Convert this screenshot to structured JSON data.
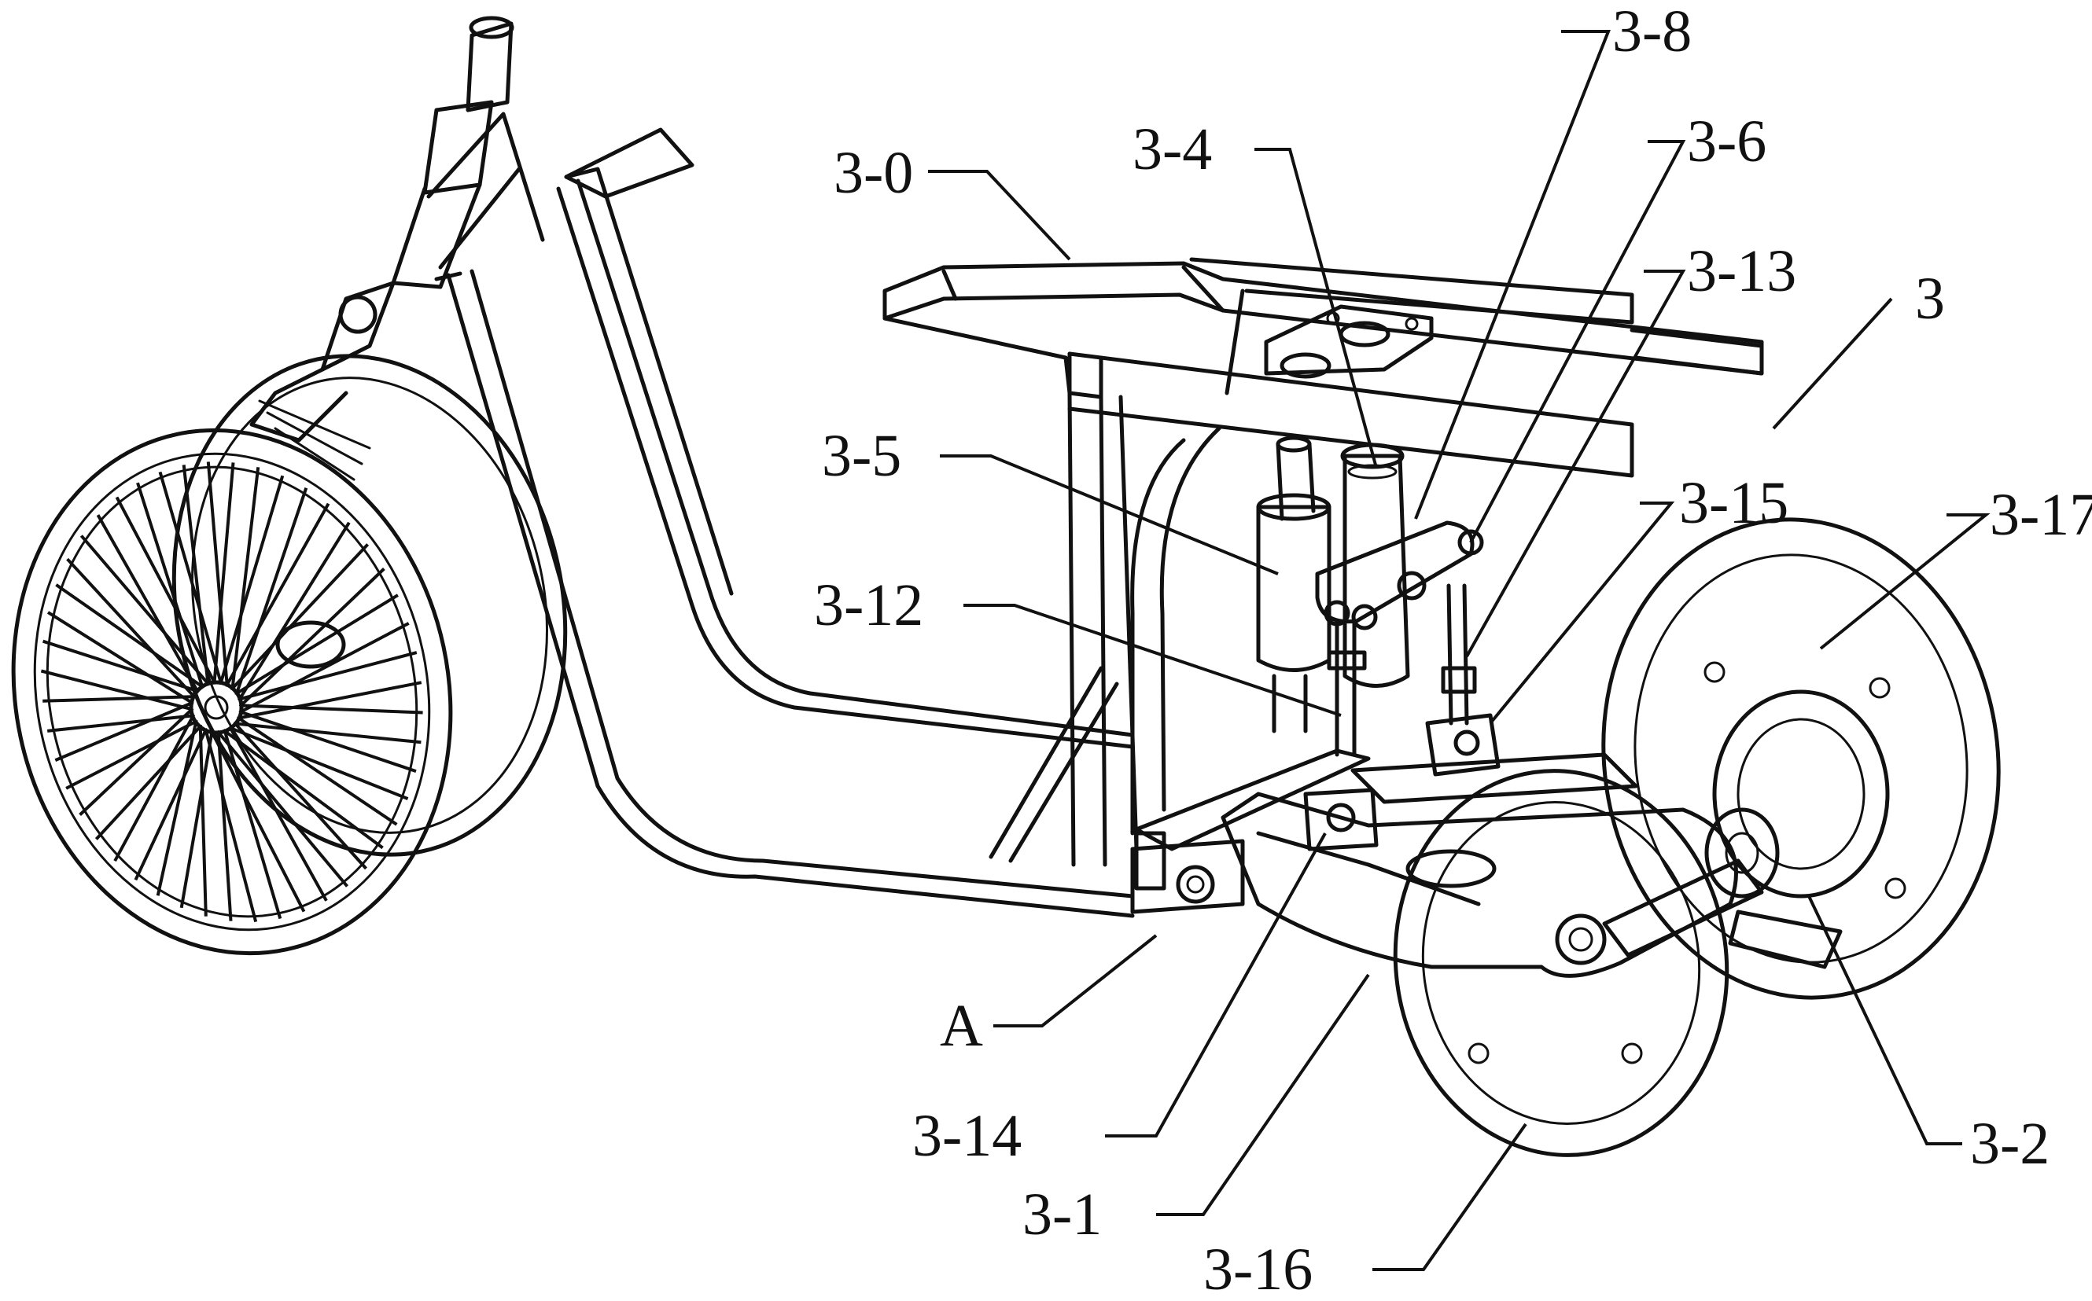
{
  "figure": {
    "labels": {
      "l3_0": "3-0",
      "l3_4": "3-4",
      "l3_8": "3-8",
      "l3_6": "3-6",
      "l3_13": "3-13",
      "l3": "3",
      "l3_5": "3-5",
      "l3_15": "3-15",
      "l3_17": "3-17",
      "l3_12": "3-12",
      "lA": "A",
      "l3_14": "3-14",
      "l3_1": "3-1",
      "l3_16": "3-16",
      "l3_2": "3-2"
    }
  }
}
